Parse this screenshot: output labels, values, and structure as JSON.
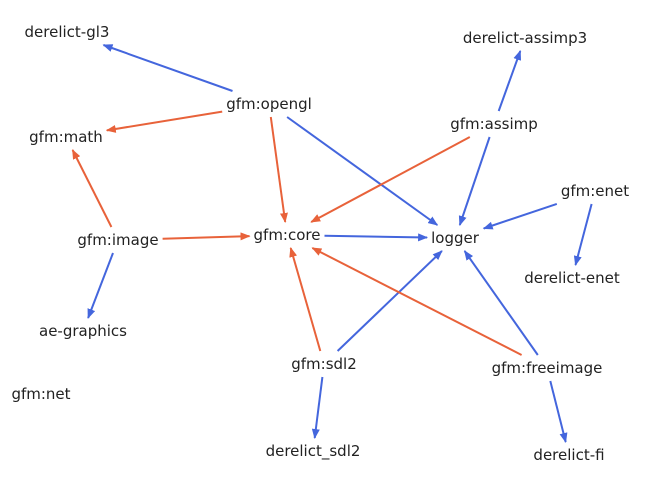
{
  "colors": {
    "blue": "#4466dd",
    "orange": "#e8623a",
    "text": "#222222",
    "background": "#ffffff"
  },
  "nodes": {
    "derelict_gl3": "derelict-gl3",
    "derelict_assimp3": "derelict-assimp3",
    "gfm_opengl": "gfm:opengl",
    "gfm_assimp": "gfm:assimp",
    "gfm_math": "gfm:math",
    "gfm_enet": "gfm:enet",
    "gfm_image": "gfm:image",
    "gfm_core": "gfm:core",
    "logger": "logger",
    "derelict_enet": "derelict-enet",
    "ae_graphics": "ae-graphics",
    "gfm_sdl2": "gfm:sdl2",
    "gfm_freeimage": "gfm:freeimage",
    "gfm_net": "gfm:net",
    "derelict_sdl2": "derelict_sdl2",
    "derelict_fi": "derelict-fi"
  },
  "edges": [
    {
      "from": "gfm_opengl",
      "to": "derelict_gl3",
      "color": "blue"
    },
    {
      "from": "gfm_opengl",
      "to": "gfm_math",
      "color": "orange"
    },
    {
      "from": "gfm_opengl",
      "to": "gfm_core",
      "color": "orange"
    },
    {
      "from": "gfm_opengl",
      "to": "logger",
      "color": "blue"
    },
    {
      "from": "gfm_assimp",
      "to": "derelict_assimp3",
      "color": "blue"
    },
    {
      "from": "gfm_assimp",
      "to": "gfm_core",
      "color": "orange"
    },
    {
      "from": "gfm_assimp",
      "to": "logger",
      "color": "blue"
    },
    {
      "from": "gfm_image",
      "to": "gfm_math",
      "color": "orange"
    },
    {
      "from": "gfm_image",
      "to": "gfm_core",
      "color": "orange"
    },
    {
      "from": "gfm_image",
      "to": "ae_graphics",
      "color": "blue"
    },
    {
      "from": "gfm_core",
      "to": "logger",
      "color": "blue"
    },
    {
      "from": "gfm_enet",
      "to": "logger",
      "color": "blue"
    },
    {
      "from": "gfm_enet",
      "to": "derelict_enet",
      "color": "blue"
    },
    {
      "from": "gfm_sdl2",
      "to": "gfm_core",
      "color": "orange"
    },
    {
      "from": "gfm_sdl2",
      "to": "logger",
      "color": "blue"
    },
    {
      "from": "gfm_sdl2",
      "to": "derelict_sdl2",
      "color": "blue"
    },
    {
      "from": "gfm_freeimage",
      "to": "gfm_core",
      "color": "orange"
    },
    {
      "from": "gfm_freeimage",
      "to": "logger",
      "color": "blue"
    },
    {
      "from": "gfm_freeimage",
      "to": "derelict_fi",
      "color": "blue"
    }
  ]
}
